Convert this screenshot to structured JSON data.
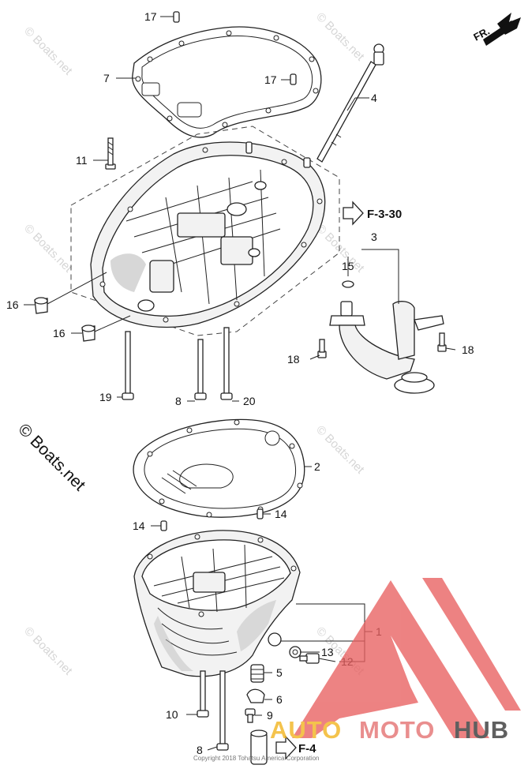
{
  "watermark": {
    "text": "© Boats.net",
    "large_text": "© Boats.net"
  },
  "direction": {
    "label": "FR."
  },
  "references": {
    "upper": "F-3-30",
    "lower": "F-4"
  },
  "callouts": {
    "c17a": "17",
    "c7": "7",
    "c17b": "17",
    "c4": "4",
    "c11": "11",
    "c3": "3",
    "c15": "15",
    "c16a": "16",
    "c16b": "16",
    "c18a": "18",
    "c18b": "18",
    "c19": "19",
    "c8a": "8",
    "c20": "20",
    "c2": "2",
    "c14a": "14",
    "c14b": "14",
    "c1": "1",
    "c13": "13",
    "c12": "12",
    "c5": "5",
    "c6": "6",
    "c10": "10",
    "c9": "9",
    "c8b": "8"
  },
  "copyright": "Copyright 2018 Tohatsu America Corporation",
  "logo": {
    "auto": "AUTO",
    "moto": "MOTO",
    "hub": "HUB",
    "colors": {
      "auto": "#f2b31b",
      "moto": "#e46f6f",
      "hub": "#333333",
      "triangle": "#e86060"
    }
  }
}
